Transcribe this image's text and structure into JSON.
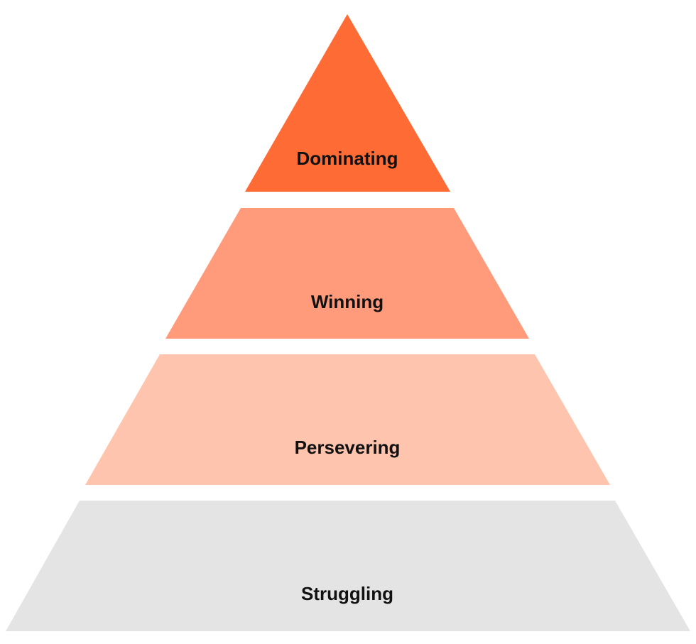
{
  "diagram": {
    "tiers": [
      {
        "label": "Dominating",
        "color": "#ff6b35"
      },
      {
        "label": "Winning",
        "color": "#ff9b7b"
      },
      {
        "label": "Persevering",
        "color": "#ffc4ae"
      },
      {
        "label": "Struggling",
        "color": "#e4e4e4"
      }
    ]
  }
}
